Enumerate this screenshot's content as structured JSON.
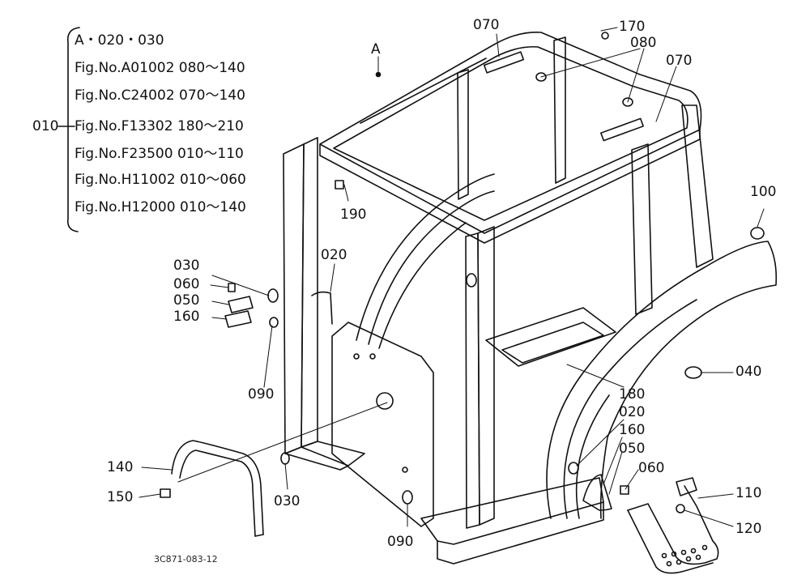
{
  "legend": {
    "head_ref": "010",
    "items": [
      "A・020・030",
      "Fig.No.A01002 080～140",
      "Fig.No.C24002 070～140",
      "Fig.No.F13302 180～210",
      "Fig.No.F23500 010～110",
      "Fig.No.H11002 010～060",
      "Fig.No.H12000 010～140"
    ]
  },
  "callouts": {
    "a": "A",
    "p070a": "070",
    "p170": "170",
    "p080": "080",
    "p070b": "070",
    "p190": "190",
    "p100": "100",
    "p030a": "030",
    "p060a": "060",
    "p050a": "050",
    "p160a": "160",
    "p020a": "020",
    "p090a": "090",
    "p040": "040",
    "p180": "180",
    "p020b": "020",
    "p160b": "160",
    "p050b": "050",
    "p060b": "060",
    "p140": "140",
    "p150": "150",
    "p030b": "030",
    "p090b": "090",
    "p110": "110",
    "p120": "120"
  },
  "drawing_code": "3C871-083-12"
}
